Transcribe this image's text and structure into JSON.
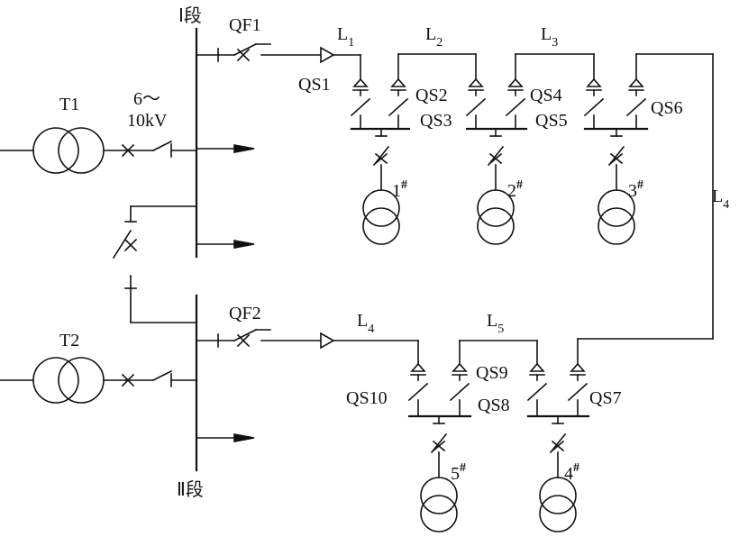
{
  "diagram": {
    "stroke_color": "#111111",
    "bus_sections": {
      "section1": "Ⅰ段",
      "section2": "Ⅱ段"
    },
    "transformers": {
      "t1": "T1",
      "t2": "T2"
    },
    "voltage": {
      "line1": "6～",
      "line2": "10kV"
    },
    "breakers": {
      "qf1": "QF1",
      "qf2": "QF2"
    },
    "lines": {
      "l1": {
        "base": "L",
        "sub": "1"
      },
      "l2": {
        "base": "L",
        "sub": "2"
      },
      "l3": {
        "base": "L",
        "sub": "3"
      },
      "l4_top": {
        "base": "L",
        "sub": "4"
      },
      "l4_right": {
        "base": "L",
        "sub": "4"
      },
      "l5": {
        "base": "L",
        "sub": "5"
      }
    },
    "switches": {
      "qs1": "QS1",
      "qs2": "QS2",
      "qs3": "QS3",
      "qs4": "QS4",
      "qs5": "QS5",
      "qs6": "QS6",
      "qs7": "QS7",
      "qs8": "QS8",
      "qs9": "QS9",
      "qs10": "QS10"
    },
    "substations": {
      "s1": {
        "num": "1",
        "mark": "#"
      },
      "s2": {
        "num": "2",
        "mark": "#"
      },
      "s3": {
        "num": "3",
        "mark": "#"
      },
      "s4": {
        "num": "4",
        "mark": "#"
      },
      "s5": {
        "num": "5",
        "mark": "#"
      }
    }
  }
}
